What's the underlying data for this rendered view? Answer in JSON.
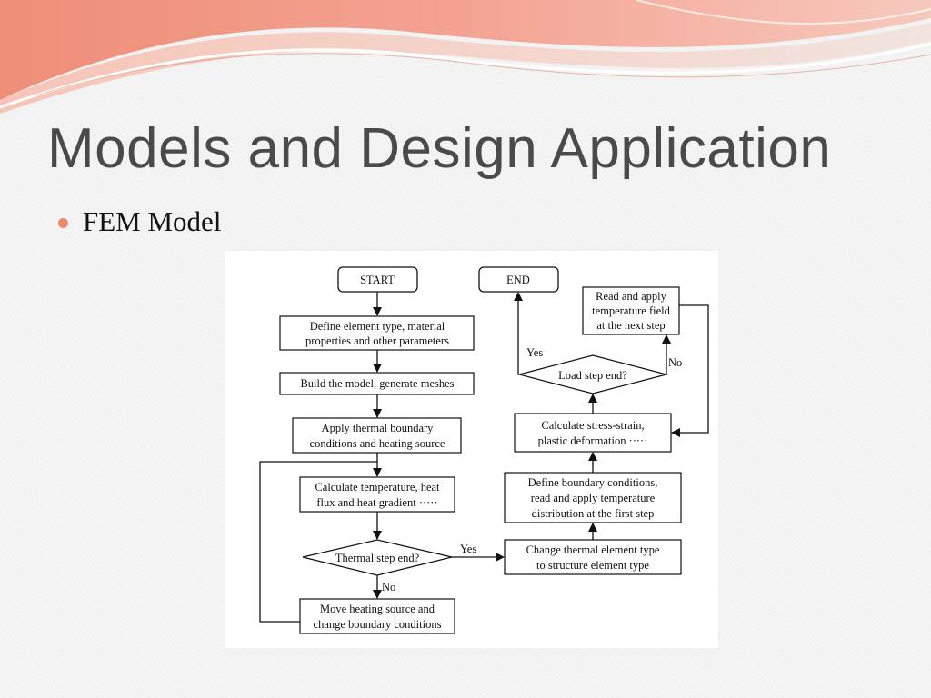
{
  "slide": {
    "title": "Models and Design Application",
    "bullet": "FEM Model",
    "accent_color": "#e9896a"
  },
  "flowchart": {
    "start": "START",
    "end": "END",
    "define_line1": "Define element type, material",
    "define_line2": "properties and other parameters",
    "build": "Build the model, generate meshes",
    "apply_line1": "Apply thermal boundary",
    "apply_line2": "conditions and heating source",
    "calc_temp_line1": "Calculate temperature, heat",
    "calc_temp_line2": "flux and heat gradient ·····",
    "thermal_decision": "Thermal step end?",
    "move_line1": "Move heating source and",
    "move_line2": "change boundary conditions",
    "change_line1": "Change thermal element type",
    "change_line2": "to structure element type",
    "define_bc_line1": "Define boundary conditions,",
    "define_bc_line2": "read and apply temperature",
    "define_bc_line3": "distribution at the first step",
    "calc_stress_line1": "Calculate stress-strain,",
    "calc_stress_line2": "plastic deformation ·····",
    "load_decision": "Load step end?",
    "read_line1": "Read and apply",
    "read_line2": "temperature field",
    "read_line3": "at the next step",
    "yes_label": "Yes",
    "no_label": "No"
  }
}
